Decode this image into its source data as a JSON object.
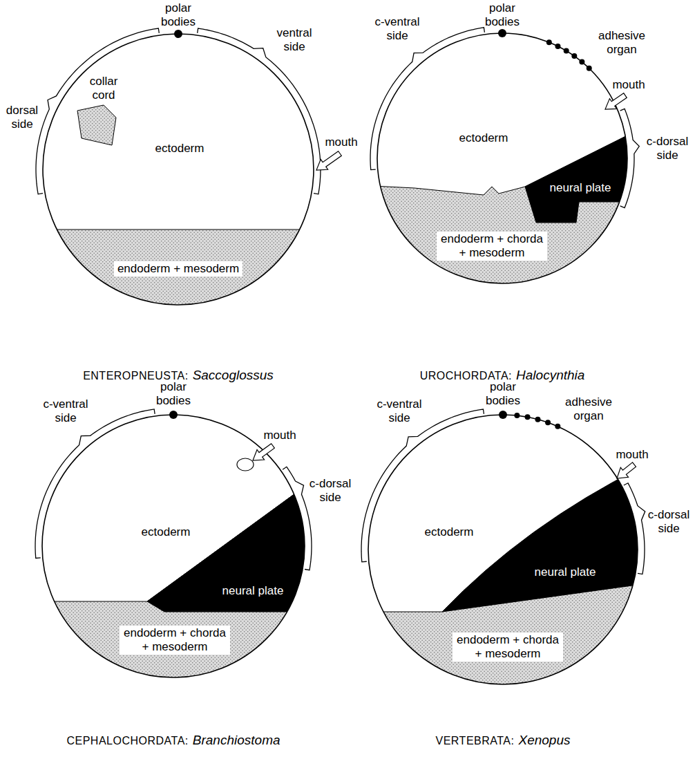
{
  "diagram": {
    "labels": [
      "polar bodies",
      "collar cord",
      "dorsal side",
      "ventral side",
      "mouth",
      "ectoderm",
      "endoderm + mesoderm",
      "ENTEROPNEUSTA:",
      "Saccoglossus",
      "polar bodies",
      "c-ventral side",
      "adhesive organ",
      "mouth",
      "c-dorsal side",
      "ectoderm",
      "neural plate",
      "endoderm + chorda + mesoderm",
      "UROCHORDATA:",
      "Halocynthia",
      "polar bodies",
      "c-ventral side",
      "mouth",
      "c-dorsal side",
      "ectoderm",
      "neural plate",
      "endoderm + chorda + mesoderm",
      "CEPHALOCHORDATA:",
      "Branchiostoma",
      "polar bodies",
      "c-ventral side",
      "adhesive organ",
      "mouth",
      "c-dorsal side",
      "ectoderm",
      "neural plate",
      "endoderm + chorda + mesoderm",
      "VERTEBRATA:",
      "Xenopus"
    ]
  }
}
